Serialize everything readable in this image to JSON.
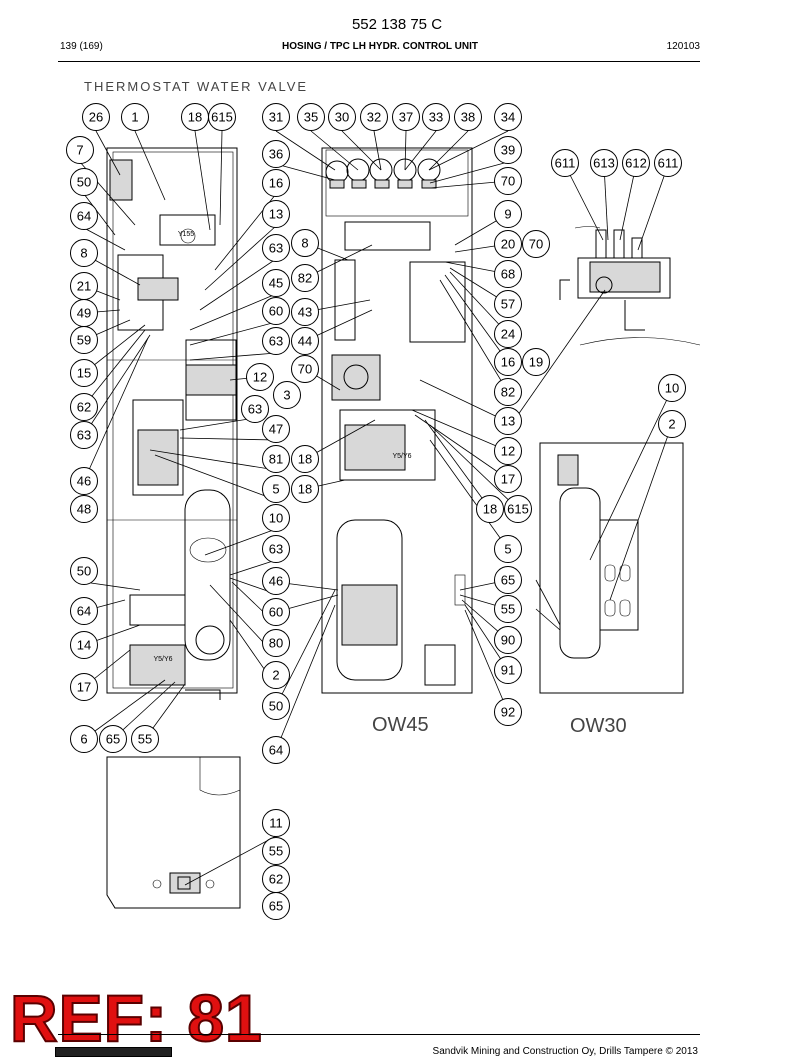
{
  "header": {
    "doc_number": "552 138 75 C",
    "page": "139 (169)",
    "title": "HOSING / TPC LH HYDR. CONTROL UNIT",
    "date": "120103"
  },
  "drawing": {
    "section_title": "THERMOSTAT WATER VALVE",
    "view_labels": [
      "OW45",
      "OW30"
    ],
    "component_text": [
      "Y5/Y6",
      "Y5/Y6",
      "Y155"
    ]
  },
  "callouts": [
    {
      "label": "26"
    },
    {
      "label": "1"
    },
    {
      "label": "18"
    },
    {
      "label": "615"
    },
    {
      "label": "31"
    },
    {
      "label": "35"
    },
    {
      "label": "30"
    },
    {
      "label": "32"
    },
    {
      "label": "37"
    },
    {
      "label": "33"
    },
    {
      "label": "38"
    },
    {
      "label": "34"
    },
    {
      "label": "7"
    },
    {
      "label": "36"
    },
    {
      "label": "39"
    },
    {
      "label": "611"
    },
    {
      "label": "613"
    },
    {
      "label": "612"
    },
    {
      "label": "611"
    },
    {
      "label": "50"
    },
    {
      "label": "16"
    },
    {
      "label": "70"
    },
    {
      "label": "64"
    },
    {
      "label": "13"
    },
    {
      "label": "9"
    },
    {
      "label": "8"
    },
    {
      "label": "63"
    },
    {
      "label": "8"
    },
    {
      "label": "20"
    },
    {
      "label": "70"
    },
    {
      "label": "82"
    },
    {
      "label": "68"
    },
    {
      "label": "21"
    },
    {
      "label": "45"
    },
    {
      "label": "49"
    },
    {
      "label": "60"
    },
    {
      "label": "43"
    },
    {
      "label": "57"
    },
    {
      "label": "59"
    },
    {
      "label": "63"
    },
    {
      "label": "44"
    },
    {
      "label": "24"
    },
    {
      "label": "16"
    },
    {
      "label": "19"
    },
    {
      "label": "15"
    },
    {
      "label": "12"
    },
    {
      "label": "70"
    },
    {
      "label": "3"
    },
    {
      "label": "82"
    },
    {
      "label": "10"
    },
    {
      "label": "62"
    },
    {
      "label": "63"
    },
    {
      "label": "13"
    },
    {
      "label": "2"
    },
    {
      "label": "63"
    },
    {
      "label": "47"
    },
    {
      "label": "12"
    },
    {
      "label": "81"
    },
    {
      "label": "18"
    },
    {
      "label": "46"
    },
    {
      "label": "17"
    },
    {
      "label": "5"
    },
    {
      "label": "18"
    },
    {
      "label": "48"
    },
    {
      "label": "18"
    },
    {
      "label": "615"
    },
    {
      "label": "10"
    },
    {
      "label": "63"
    },
    {
      "label": "5"
    },
    {
      "label": "50"
    },
    {
      "label": "46"
    },
    {
      "label": "65"
    },
    {
      "label": "64"
    },
    {
      "label": "60"
    },
    {
      "label": "55"
    },
    {
      "label": "14"
    },
    {
      "label": "80"
    },
    {
      "label": "90"
    },
    {
      "label": "2"
    },
    {
      "label": "91"
    },
    {
      "label": "17"
    },
    {
      "label": "50"
    },
    {
      "label": "92"
    },
    {
      "label": "6"
    },
    {
      "label": "65"
    },
    {
      "label": "55"
    },
    {
      "label": "64"
    },
    {
      "label": "11"
    },
    {
      "label": "55"
    },
    {
      "label": "62"
    },
    {
      "label": "65"
    }
  ],
  "ref_badge": "REF: 81",
  "footer": {
    "copyright": "Sandvik Mining and Construction Oy, Drills Tampere © 2013"
  }
}
